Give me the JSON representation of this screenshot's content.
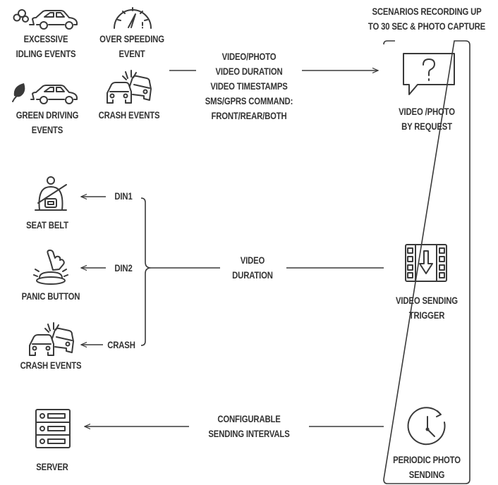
{
  "header": [
    "SCENARIOS RECORDING UP",
    "TO 30 SEC & PHOTO CAPTURE"
  ],
  "events_top": {
    "idling": [
      "EXCESSIVE",
      "IDLING EVENTS"
    ],
    "overspeed": [
      "OVER SPEEDING",
      "EVENT"
    ],
    "green": [
      "GREEN DRIVING",
      "EVENTS"
    ],
    "crash": [
      "CRASH EVENTS"
    ]
  },
  "video_info": [
    "VIDEO/PHOTO",
    "VIDEO DURATION",
    "VIDEO TIMESTAMPS",
    "SMS/GPRS COMMAND:",
    "FRONT/REAR/BOTH"
  ],
  "scenarios": {
    "request": [
      "VIDEO /PHOTO",
      "BY REQUEST"
    ],
    "trigger": [
      "VIDEO SENDING",
      "TRIGGER"
    ],
    "periodic": [
      "PERIODIC PHOTO",
      "SENDING"
    ]
  },
  "inputs": {
    "din1": "DIN1",
    "din2": "DIN2",
    "crash": "CRASH"
  },
  "devices": {
    "seat_belt": "SEAT BELT",
    "panic_button": "PANIC BUTTON",
    "crash_events": "CRASH EVENTS",
    "server": "SERVER"
  },
  "video_duration": [
    "VIDEO",
    "DURATION"
  ],
  "intervals": [
    "CONFIGURABLE",
    "SENDING INTERVALS"
  ],
  "colors": {
    "ink": "#3a3a3a",
    "background": "#ffffff"
  },
  "icons": [
    "car-exhaust-icon",
    "speedometer-icon",
    "eco-car-icon",
    "crash-cars-icon",
    "question-bubble-icon",
    "film-download-icon",
    "seat-belt-icon",
    "panic-button-icon",
    "clock-icon",
    "server-icon"
  ]
}
